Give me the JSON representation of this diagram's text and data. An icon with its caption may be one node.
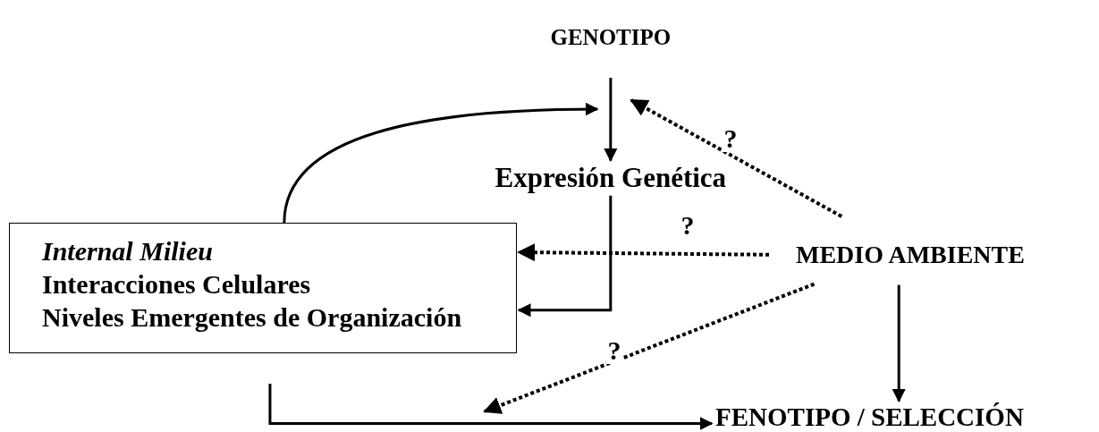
{
  "diagram": {
    "nodes": [
      {
        "text": [
          "GENOTIPO"
        ]
      },
      {
        "text": [
          "Expresión Genética"
        ]
      },
      {
        "text": [
          "Internal Milieu",
          "Interacciones Celulares",
          "Niveles Emergentes de Organización"
        ]
      },
      {
        "text": [
          "MEDIO AMBIENTE"
        ]
      },
      {
        "text": [
          "FENOTIPO / SELECCIÓN"
        ]
      }
    ],
    "edges": [
      {
        "from": 0,
        "to": 1,
        "arrow": "to"
      },
      {
        "from": 1,
        "to": 2,
        "arrow": "to"
      },
      {
        "from": 2,
        "to": null,
        "arrow": "to"
      },
      {
        "from": 3,
        "to": null,
        "arrow": "to",
        "label": "?",
        "style": "dashed"
      },
      {
        "from": 3,
        "to": 2,
        "arrow": "to",
        "label": "?",
        "style": "dashed"
      },
      {
        "from": 3,
        "to": 4,
        "arrow": "to"
      },
      {
        "from": 3,
        "to": null,
        "arrow": "to",
        "label": "?",
        "style": "dashed"
      },
      {
        "from": 2,
        "to": 4,
        "arrow": "to"
      }
    ]
  }
}
